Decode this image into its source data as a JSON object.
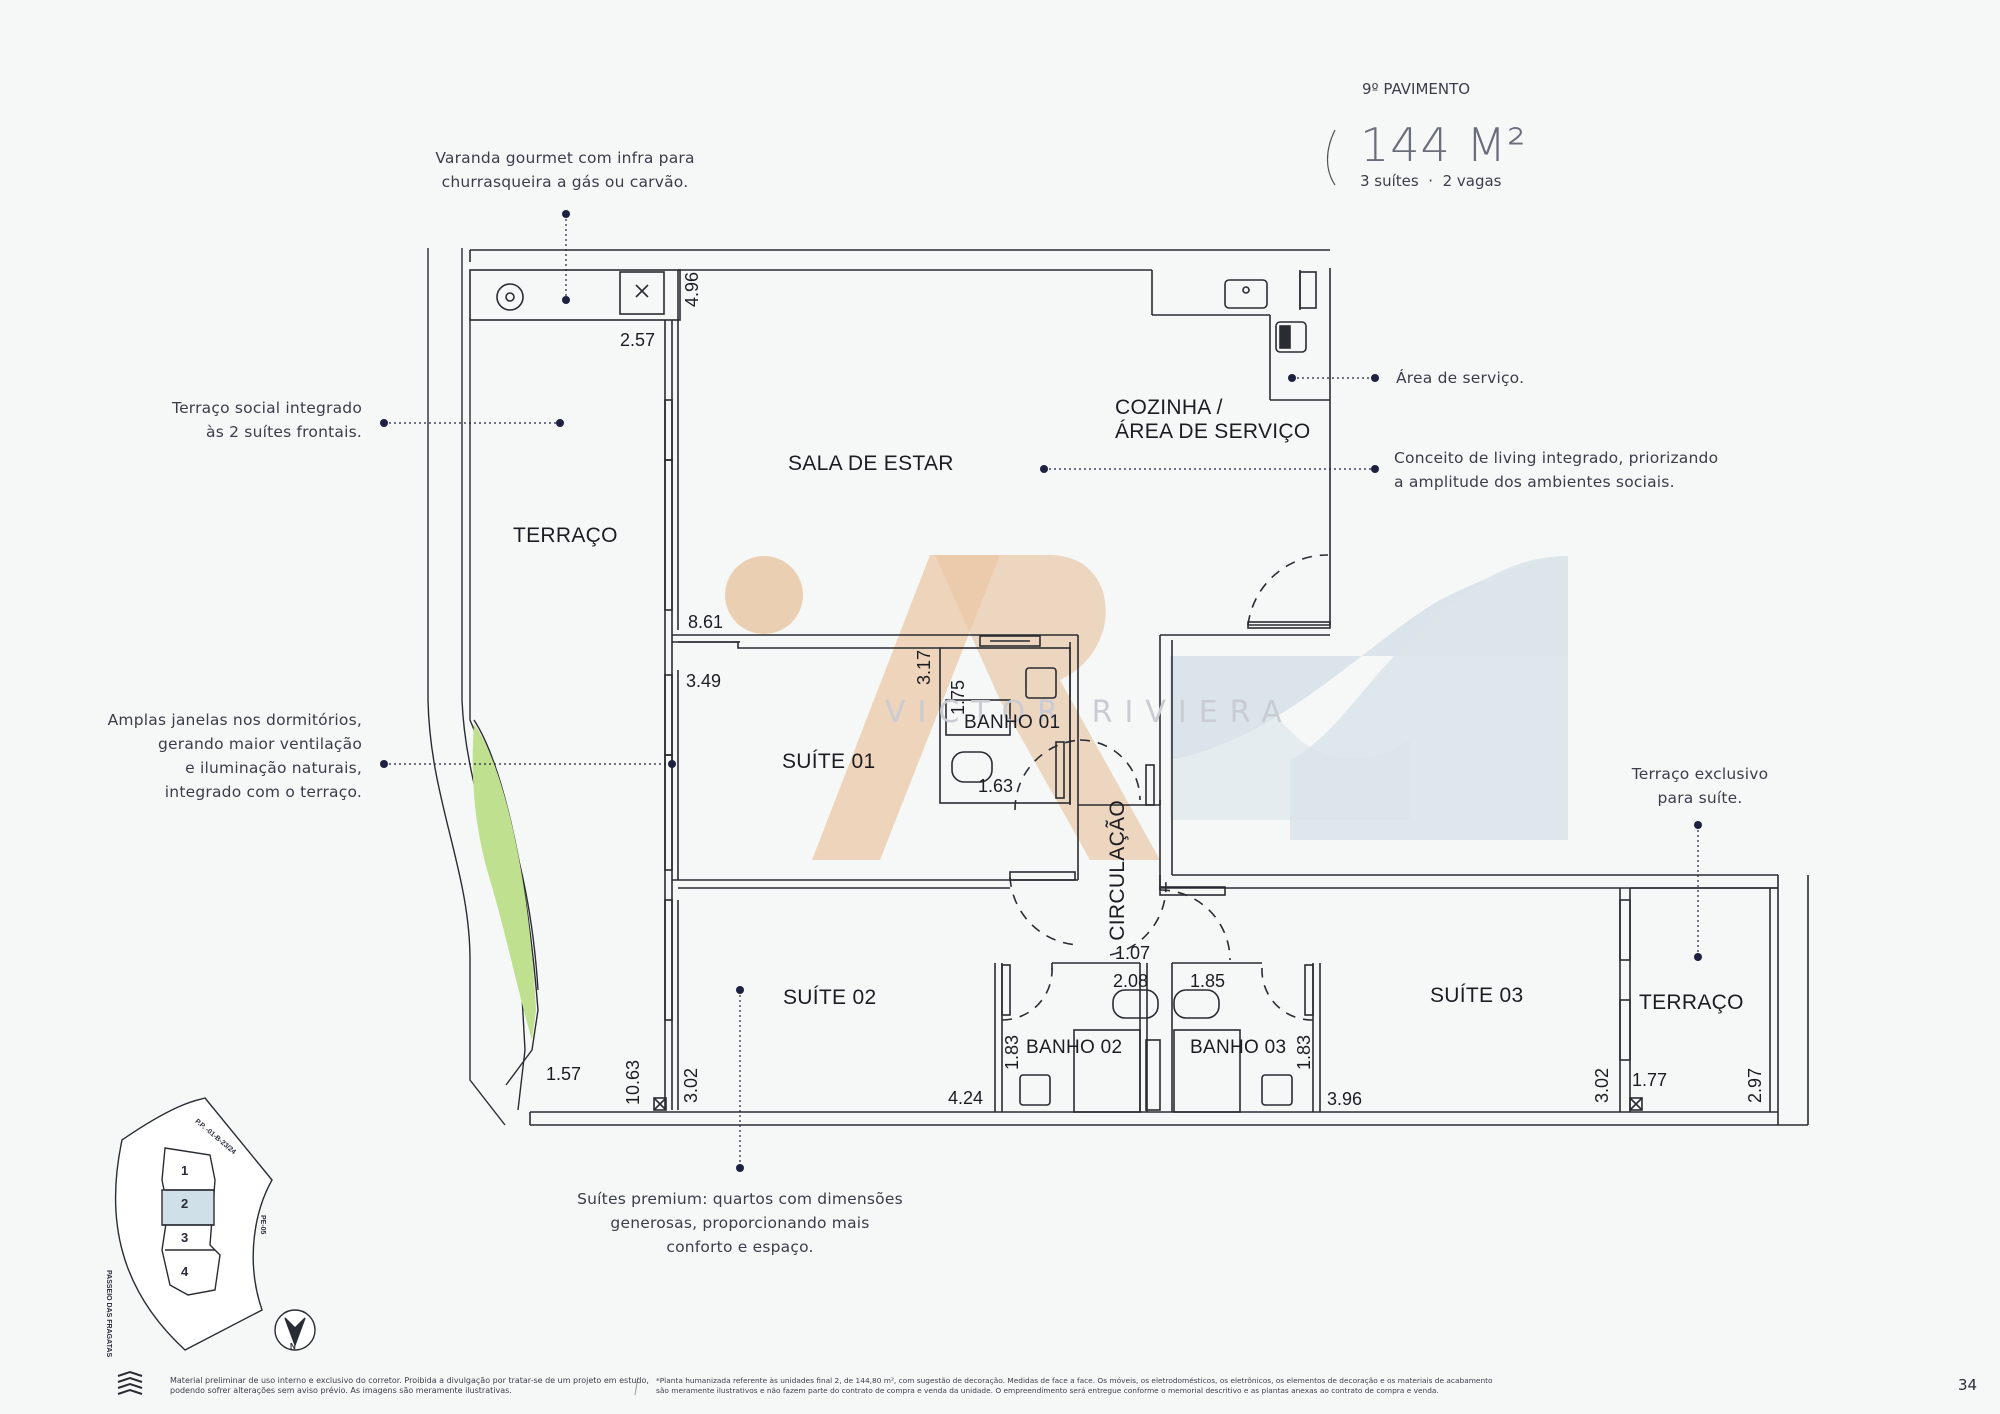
{
  "header": {
    "floor": "9º PAVIMENTO",
    "area": "144 M²",
    "features": "3 suítes  ·  2 vagas"
  },
  "watermark": "VICTOR RIVIERA",
  "annotations": {
    "varanda": [
      "Varanda gourmet com infra para",
      "churrasqueira a gás ou carvão."
    ],
    "terraco_social": [
      "Terraço social integrado",
      "às 2 suítes frontais."
    ],
    "janelas": [
      "Amplas janelas nos dormitórios,",
      "gerando maior ventilação",
      "e iluminação naturais,",
      "integrado com o terraço."
    ],
    "servico": [
      "Área de serviço."
    ],
    "living": [
      "Conceito de living integrado, priorizando",
      "a amplitude dos ambientes sociais."
    ],
    "terraco_exclusivo": [
      "Terraço exclusivo",
      "para suíte."
    ],
    "suites_premium": [
      "Suítes premium: quartos com dimensões",
      "generosas, proporcionando mais",
      "conforto e espaço."
    ]
  },
  "rooms": {
    "sala": "SALA DE ESTAR",
    "cozinha_1": "COZINHA /",
    "cozinha_2": "ÁREA DE SERVIÇO",
    "terraco": "TERRAÇO",
    "suite01": "SUÍTE 01",
    "banho01": "BANHO 01",
    "circulacao": "CIRCULAÇÃO",
    "suite02": "SUÍTE 02",
    "banho02": "BANHO 02",
    "banho03": "BANHO 03",
    "suite03": "SUÍTE 03",
    "terraco2": "TERRAÇO"
  },
  "dimensions": {
    "d496": "4.96",
    "d257": "2.57",
    "d861": "8.61",
    "d349": "3.49",
    "d317": "3.17",
    "d175": "1.75",
    "d163": "1.63",
    "d107": "1.07",
    "d208": "2.08",
    "d185": "1.85",
    "d183a": "1.83",
    "d183b": "1.83",
    "d157": "1.57",
    "d1063": "10.63",
    "d302a": "3.02",
    "d424": "4.24",
    "d396": "3.96",
    "d302b": "3.02",
    "d177": "1.77",
    "d297": "2.97"
  },
  "keyplan": {
    "units": [
      "1",
      "2",
      "3",
      "4"
    ],
    "label_top": "P.P. -01-B-23/24",
    "label_left": "PASSEIO DAS FRAGATAS",
    "label_right": "PE-05",
    "north": "N"
  },
  "footer": {
    "disclaimer_left": [
      "Material preliminar de uso interno e exclusivo do corretor. Proibida a divulgação por tratar-se de um projeto em estudo,",
      "podendo sofrer alterações sem aviso prévio. As imagens são meramente ilustrativas."
    ],
    "disclaimer_right": [
      "*Planta humanizada referente às unidades final 2, de 144,80 m², com sugestão de decoração. Medidas de face a face. Os móveis, os eletrodomésticos, os eletrônicos, os elementos de decoração e os materiais de acabamento",
      "são meramente ilustrativos e não fazem parte do contrato de compra e venda da unidade. O empreendimento será entregue conforme o memorial descritivo e as plantas anexas ao contrato de compra e venda."
    ],
    "page_number": "34"
  },
  "colors": {
    "accent": "#1f2140",
    "watermark_orange": "#e9c8a6",
    "watermark_blue": "#dbe4ea",
    "garden": "#bfe08f"
  }
}
